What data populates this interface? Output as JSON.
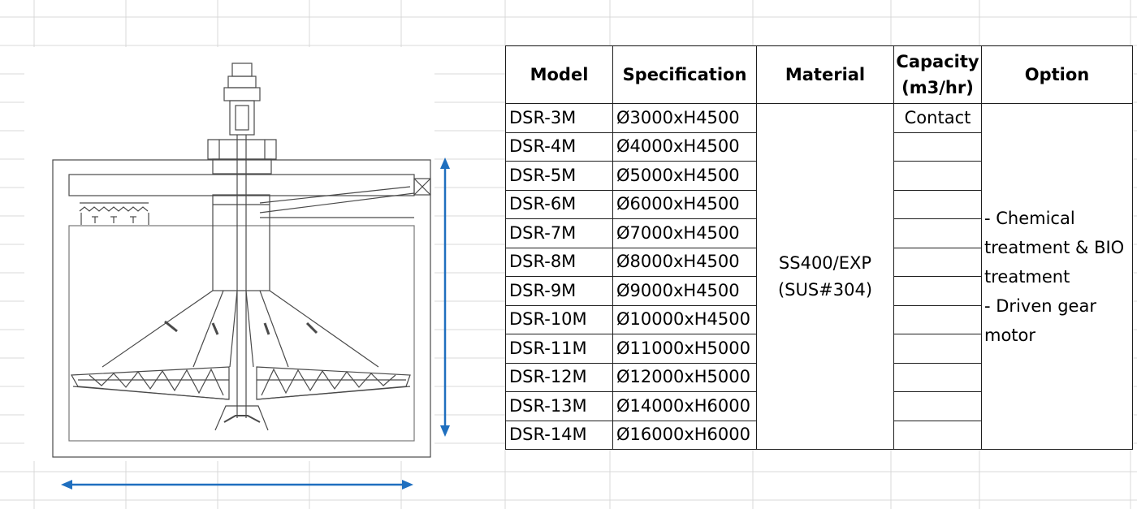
{
  "table": {
    "headers": {
      "model": "Model",
      "specification": "Specification",
      "material": "Material",
      "capacity_line1": "Capacity",
      "capacity_line2": "(m3/hr)",
      "option": "Option"
    },
    "rows": [
      {
        "model": "DSR-3M",
        "spec": "Ø3000xH4500"
      },
      {
        "model": "DSR-4M",
        "spec": "Ø4000xH4500"
      },
      {
        "model": "DSR-5M",
        "spec": "Ø5000xH4500"
      },
      {
        "model": "DSR-6M",
        "spec": "Ø6000xH4500"
      },
      {
        "model": "DSR-7M",
        "spec": "Ø7000xH4500"
      },
      {
        "model": "DSR-8M",
        "spec": "Ø8000xH4500"
      },
      {
        "model": "DSR-9M",
        "spec": "Ø9000xH4500"
      },
      {
        "model": "DSR-10M",
        "spec": "Ø10000xH4500"
      },
      {
        "model": "DSR-11M",
        "spec": "Ø11000xH5000"
      },
      {
        "model": "DSR-12M",
        "spec": "Ø12000xH5000"
      },
      {
        "model": "DSR-13M",
        "spec": "Ø14000xH6000"
      },
      {
        "model": "DSR-14M",
        "spec": "Ø16000xH6000"
      }
    ],
    "material": {
      "line1": "SS400/EXP",
      "line2": "(SUS#304)"
    },
    "capacity_first": "Contact",
    "option_lines": [
      "- Chemical",
      "treatment & BIO",
      "treatment",
      "- Driven gear",
      "motor"
    ]
  },
  "colors": {
    "arrow": "#1f6fbf",
    "grid": "#d9d9d9",
    "drawing_line": "#4a4a4a",
    "table_border": "#1e1e1e"
  }
}
